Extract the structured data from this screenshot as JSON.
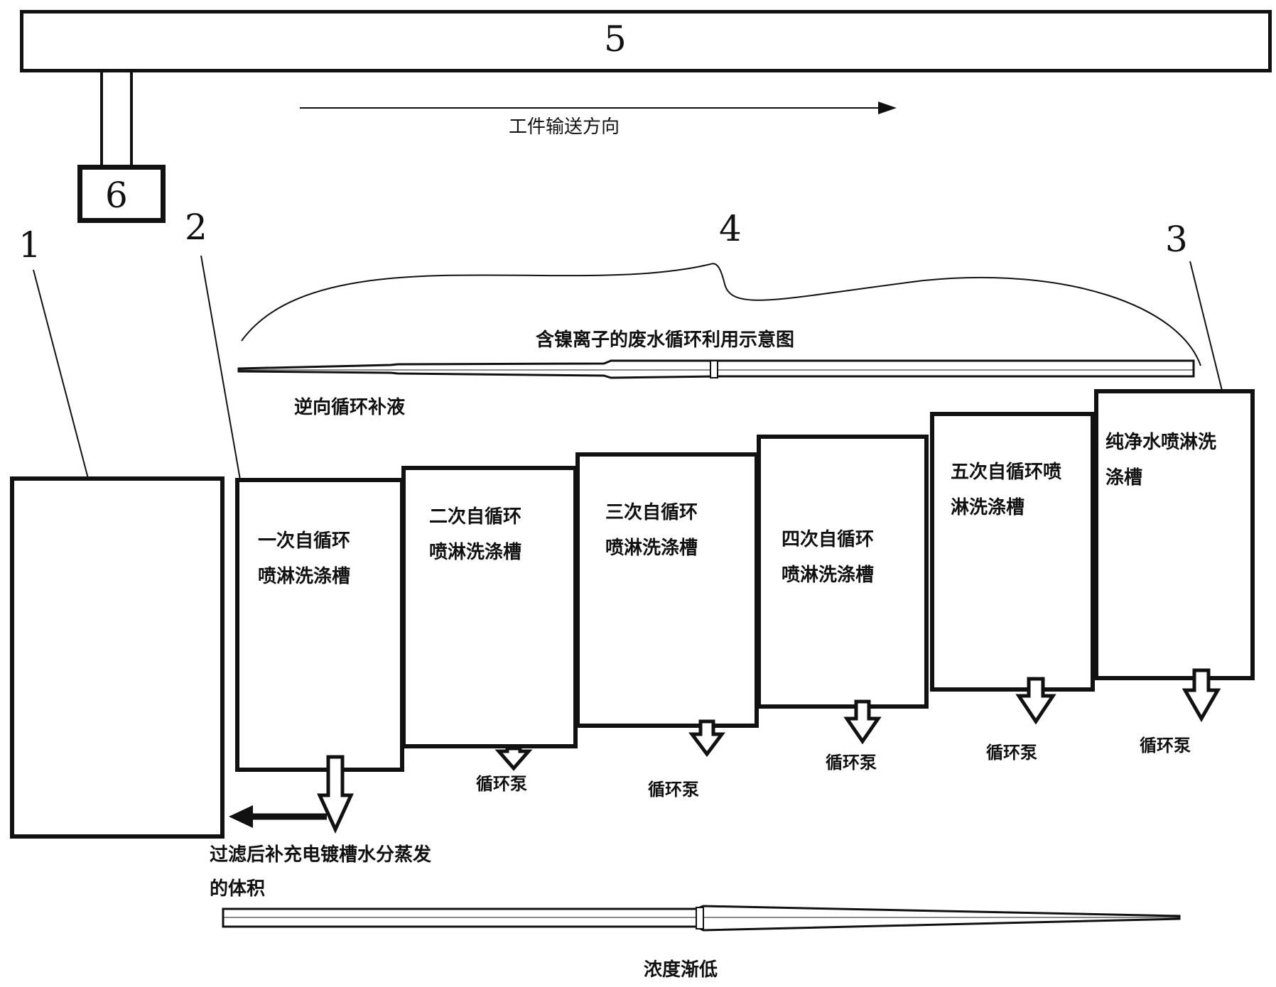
{
  "conveyor": {
    "label": "5"
  },
  "hanger": {
    "label": "6"
  },
  "direction": {
    "label": "工件输送方向"
  },
  "callouts": {
    "plating_tank": "1",
    "first_rinse": "2",
    "pure_water": "3",
    "wave_group": "4"
  },
  "schematic_title": "含镍离子的废水循环利用示意图",
  "reverse_flow": "逆向循环补液",
  "tanks": [
    {
      "label": "一次自循环\n喷淋洗涤槽"
    },
    {
      "label": "二次自循环\n喷淋洗涤槽"
    },
    {
      "label": "三次自循环\n喷淋洗涤槽"
    },
    {
      "label": "四次自循环\n喷淋洗涤槽"
    },
    {
      "label": "五次自循环喷\n淋洗涤槽"
    },
    {
      "label": "纯净水喷淋洗\n涤槽"
    }
  ],
  "pumps": [
    "循环泵",
    "循环泵",
    "循环泵",
    "循环泵",
    "循环泵"
  ],
  "refill_note": "过滤后补充电镀槽水分蒸发\n的体积",
  "concentration": "浓度渐低"
}
